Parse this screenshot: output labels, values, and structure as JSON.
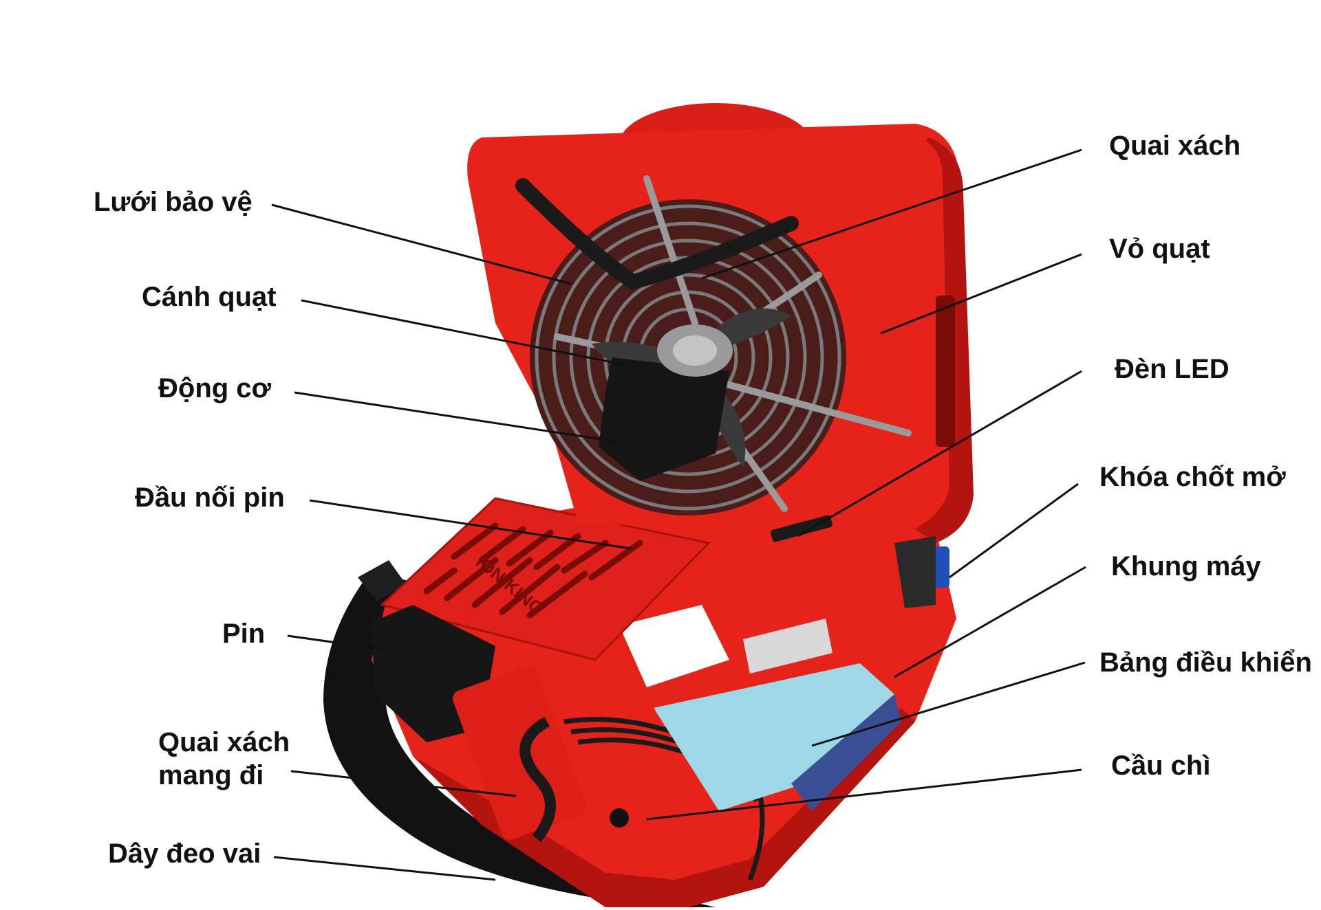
{
  "diagram": {
    "subject": "Portable red fan with battery",
    "brand_text": "ION KING",
    "colors": {
      "body_red": "#e5231b",
      "dark_red": "#b3140f",
      "grille_metal": "#5b5b5b",
      "motor_black": "#151515",
      "label_text": "#111111"
    },
    "labels_left": [
      {
        "id": "luoi-bao-ve",
        "text": "Lưới bảo vệ"
      },
      {
        "id": "canh-quat",
        "text": "Cánh quạt"
      },
      {
        "id": "dong-co",
        "text": "Động cơ"
      },
      {
        "id": "dau-noi-pin",
        "text": "Đầu nối pin"
      },
      {
        "id": "pin",
        "text": "Pin"
      },
      {
        "id": "quai-xach-mang-di",
        "text": "Quai xách mang đi"
      },
      {
        "id": "day-deo-vai",
        "text": "Dây đeo vai"
      }
    ],
    "labels_right": [
      {
        "id": "quai-xach",
        "text": "Quai xách"
      },
      {
        "id": "vo-quat",
        "text": "Vỏ quạt"
      },
      {
        "id": "den-led",
        "text": "Đèn LED"
      },
      {
        "id": "khoa-chot-mo",
        "text": "Khóa chốt mở"
      },
      {
        "id": "khung-may",
        "text": "Khung máy"
      },
      {
        "id": "bang-dieu-khien",
        "text": "Bảng điều khiển"
      },
      {
        "id": "cau-chi",
        "text": "Cầu chì"
      }
    ]
  }
}
